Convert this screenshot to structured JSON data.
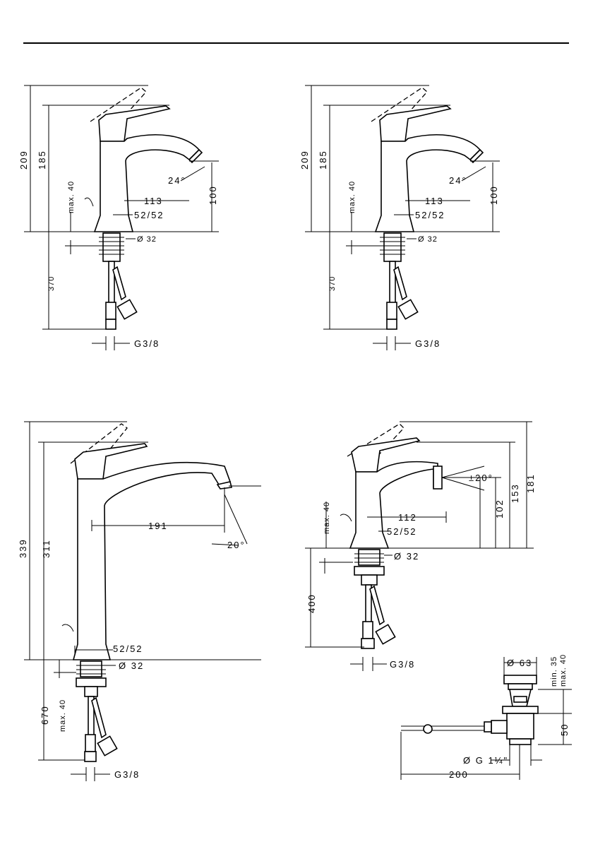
{
  "drawing_1": {
    "dim_total_height": "209",
    "dim_spout_height": "185",
    "dim_max": "max. 40",
    "dim_spout_reach": "113",
    "dim_base": "52/52",
    "dim_angle": "24°",
    "dim_outlet_height": "100",
    "dim_hole": "Ø 32",
    "dim_hose": "370",
    "dim_thread": "G3/8"
  },
  "drawing_2": {
    "dim_total_height": "209",
    "dim_spout_height": "185",
    "dim_max": "max. 40",
    "dim_spout_reach": "113",
    "dim_base": "52/52",
    "dim_angle": "24°",
    "dim_outlet_height": "100",
    "dim_hole": "Ø 32",
    "dim_hose": "370",
    "dim_thread": "G3/8"
  },
  "drawing_3": {
    "dim_total_height": "339",
    "dim_spout_height": "311",
    "dim_spout_reach": "191",
    "dim_angle": "20°",
    "dim_base": "52/52",
    "dim_hole": "Ø 32",
    "dim_hose": "670",
    "dim_max": "max. 40",
    "dim_thread": "G3/8"
  },
  "drawing_4": {
    "dim_max": "max. 40",
    "dim_spout_reach": "112",
    "dim_base": "52/52",
    "dim_angle": "±20°",
    "dim_outlet_height": "102",
    "dim_spout_height": "153",
    "dim_total_height": "181",
    "dim_hole": "Ø 32",
    "dim_hose": "400",
    "dim_thread": "G3/8"
  },
  "waste_set": {
    "dim_diameter": "Ø 63",
    "dim_min": "min. 35",
    "dim_max": "max. 40",
    "dim_height": "50",
    "dim_thread": "Ø G 1¼\"",
    "dim_rod": "200"
  }
}
